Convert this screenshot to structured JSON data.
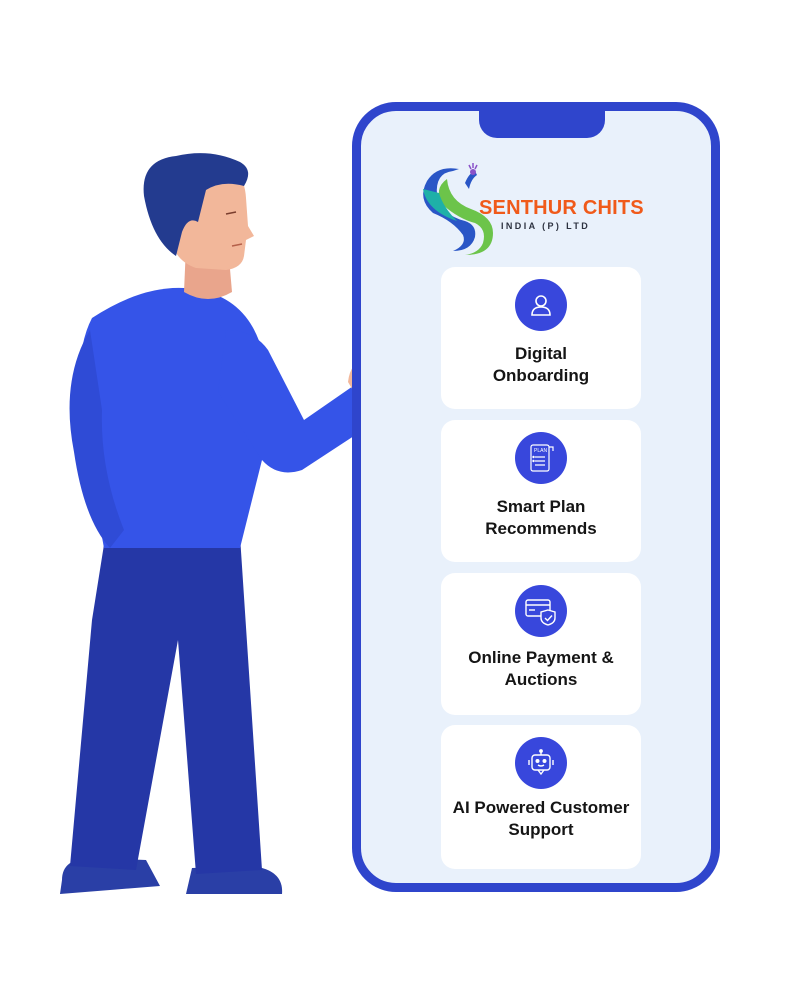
{
  "brand": {
    "name": "SENTHUR CHITS",
    "subtitle": "INDIA (P) LTD",
    "orange": "#f05a1a"
  },
  "accent": "#3847dc",
  "phone_frame": "#2f45cc",
  "features": [
    {
      "icon": "user-icon",
      "label": "Digital\nOnboarding"
    },
    {
      "icon": "plan-document-icon",
      "icon_text": "PLAN",
      "label": "Smart Plan\nRecommends"
    },
    {
      "icon": "credit-card-shield-icon",
      "label": "Online Payment &\nAuctions"
    },
    {
      "icon": "robot-chat-icon",
      "label": "AI Powered Customer\nSupport"
    }
  ]
}
